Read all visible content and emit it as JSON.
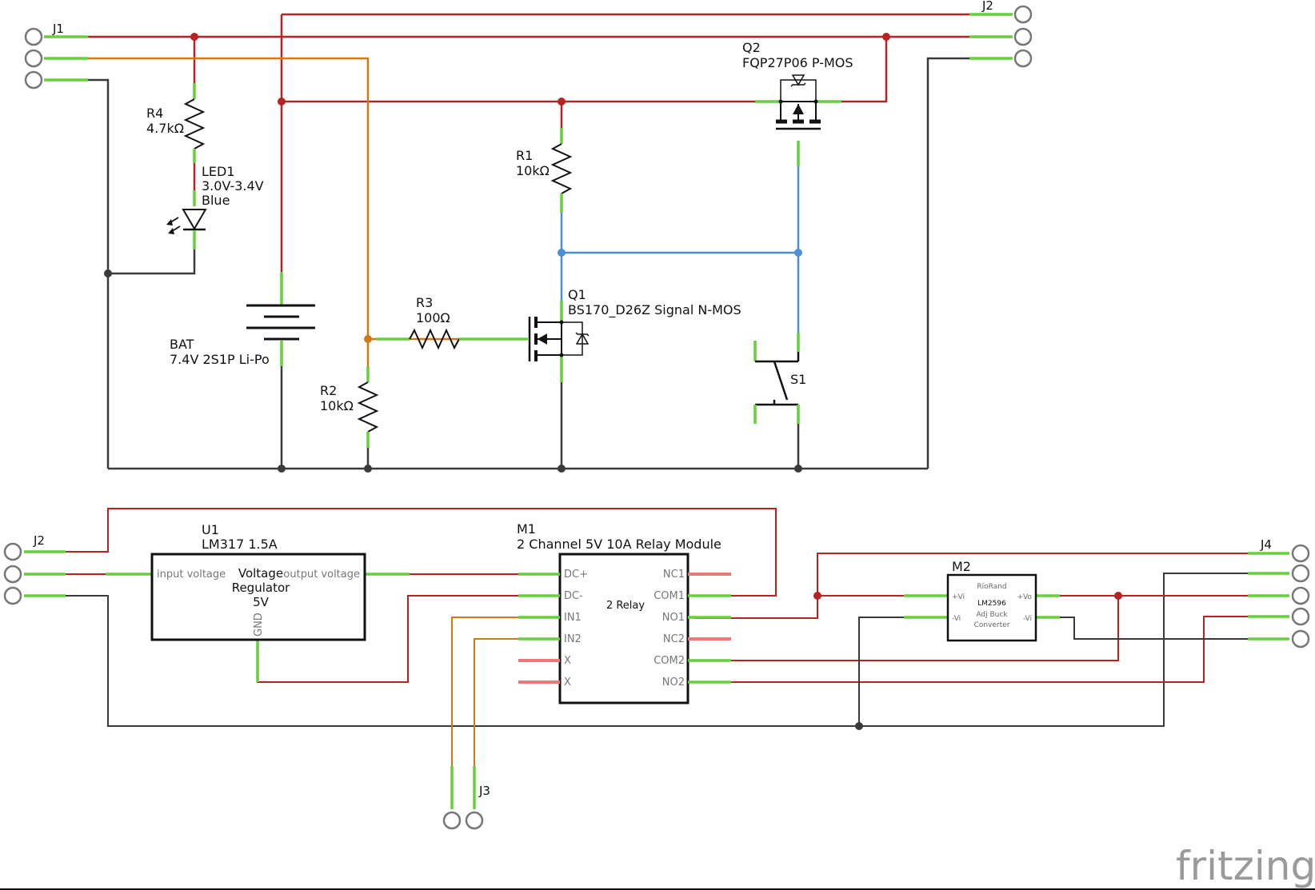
{
  "watermark": "fritzing",
  "colors": {
    "power": "#b82222",
    "ground": "#3a3a3a",
    "signal": "#d07818",
    "gate": "#4b8fd6",
    "pin": "#66d13c",
    "nc_pin": "#e87a7a"
  },
  "components": {
    "J1": {
      "name": "J1"
    },
    "J2_top": {
      "name": "J2"
    },
    "R4": {
      "name": "R4",
      "value": "4.7kΩ"
    },
    "LED1": {
      "name": "LED1",
      "spec": "3.0V-3.4V",
      "color": "Blue"
    },
    "BAT": {
      "name": "BAT",
      "spec": "7.4V 2S1P Li-Po"
    },
    "R2": {
      "name": "R2",
      "value": "10kΩ"
    },
    "R3": {
      "name": "R3",
      "value": "100Ω"
    },
    "R1": {
      "name": "R1",
      "value": "10kΩ"
    },
    "Q1": {
      "name": "Q1",
      "spec": "BS170_D26Z Signal N-MOS"
    },
    "Q2": {
      "name": "Q2",
      "spec": "FQP27P06 P-MOS"
    },
    "S1": {
      "name": "S1"
    },
    "J2_bottom": {
      "name": "J2"
    },
    "U1": {
      "name": "U1",
      "spec": "LM317 1.5A",
      "body": [
        "Voltage",
        "Regulator",
        "5V"
      ],
      "pin_input": "input voltage",
      "pin_output": "output voltage",
      "pin_gnd": "GND"
    },
    "M1": {
      "name": "M1",
      "spec": "2 Channel 5V 10A Relay Module",
      "body": "2 Relay",
      "left_pins": [
        "DC+",
        "DC-",
        "IN1",
        "IN2",
        "X",
        "X"
      ],
      "right_pins": [
        "NC1",
        "COM1",
        "NO1",
        "NC2",
        "COM2",
        "NO2"
      ]
    },
    "M2": {
      "name": "M2",
      "body": [
        "RioRand",
        "LM2596",
        "Adj Buck",
        "Converter"
      ],
      "pins": [
        "+Vi",
        "-Vi",
        "+Vo",
        "-Vi"
      ]
    },
    "J3": {
      "name": "J3"
    },
    "J4": {
      "name": "J4"
    }
  }
}
